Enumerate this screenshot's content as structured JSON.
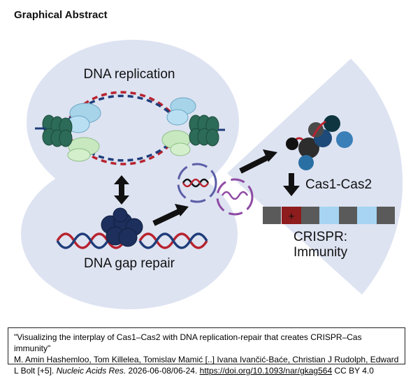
{
  "heading": "Graphical Abstract",
  "labels": {
    "dna_replication": "DNA replication",
    "dna_gap_repair": "DNA gap repair",
    "cas1_cas2": "Cas1-Cas2",
    "crispr_line1": "CRISPR:",
    "crispr_line2": "Immunity",
    "spacer_symbol": "+"
  },
  "citation": {
    "title": "\"Visualizing the interplay of Cas1–Cas2 with DNA replication-repair that creates CRISPR–Cas immunity\"",
    "authors": "M. Amin Hashemloo, Tom Killelea, Tomislav Mamić [..]  Ivana Ivančić-Baće, Christian J Rudolph, Edward L Bolt [+5].",
    "journal": "Nucleic Acids Res.",
    "date": "2026-06-08/06-24.",
    "doi": "https://doi.org/10.1093/nar/gkag564",
    "license": "CC BY 4.0"
  },
  "colors": {
    "background_blob": "#dde3f1",
    "dna_red": "#b8232f",
    "dna_blue": "#1f3d7a",
    "crispr_gray": "#5a5a5a",
    "crispr_light": "#a6d4f2",
    "crispr_red": "#8e1c1c"
  }
}
